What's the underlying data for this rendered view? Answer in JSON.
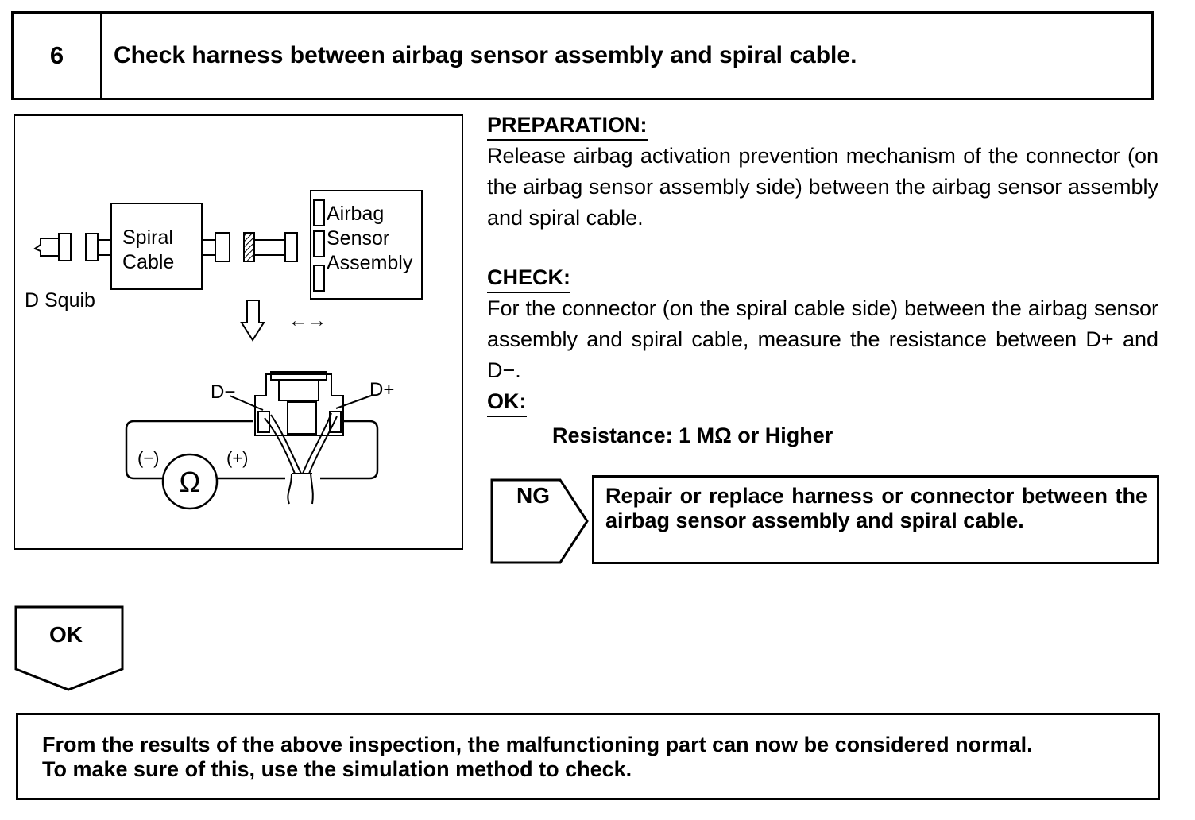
{
  "header": {
    "step_number": "6",
    "title": "Check harness between airbag sensor assembly and spiral cable."
  },
  "diagram": {
    "spiral_cable_line1": "Spiral",
    "spiral_cable_line2": "Cable",
    "airbag_sensor_line1": "Airbag",
    "airbag_sensor_line2": "Sensor",
    "airbag_sensor_line3": "Assembly",
    "squib_label": "D Squib",
    "disconnect_symbol": "←→",
    "d_minus_label": "D−",
    "d_plus_label": "D+",
    "meter_negative": "(−)",
    "meter_positive": "(+)",
    "ohm_symbol": "Ω"
  },
  "preparation": {
    "heading": "PREPARATION:",
    "text": "Release airbag activation prevention mechanism of the connector (on the airbag sensor assembly side) between the airbag sensor assembly and spiral cable."
  },
  "check": {
    "heading": "CHECK:",
    "text": "For the connector (on the spiral cable side) between the airbag sensor assembly and spiral cable, measure the resistance between D+ and D−."
  },
  "ok_spec": {
    "heading": "OK:",
    "text": "Resistance: 1 MΩ or Higher"
  },
  "ng": {
    "label": "NG",
    "action": "Repair or replace harness or connector between the airbag sensor assembly and spiral cable."
  },
  "ok_flow": {
    "label": "OK"
  },
  "result": {
    "line1": "From the results of the above inspection, the malfunctioning part can now be considered normal.",
    "line2": "To make sure of this, use the simulation method to check."
  }
}
